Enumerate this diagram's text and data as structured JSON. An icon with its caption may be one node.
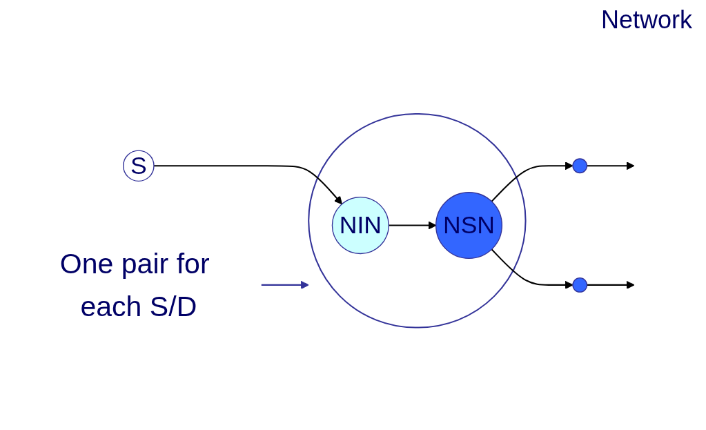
{
  "diagram": {
    "nodes": [
      {
        "text": [
          "S"
        ]
      },
      {
        "text": [],
        "shape": "ellipse"
      },
      {
        "text": [
          "NIN"
        ],
        "in": 1
      },
      {
        "text": [
          "NSN"
        ],
        "in": 1
      },
      {
        "text": [],
        "shape": "circle"
      },
      {
        "text": [],
        "shape": "circle"
      },
      {
        "text": [
          "One pair for each S/D"
        ]
      }
    ],
    "edges": [
      {
        "from": 0,
        "to": 2,
        "arrow": "to"
      },
      {
        "from": 2,
        "to": 3,
        "arrow": "to"
      },
      {
        "from": 3,
        "to": 4,
        "arrow": "to"
      },
      {
        "from": 4,
        "to": null,
        "arrow": "to"
      },
      {
        "from": 3,
        "to": 5,
        "arrow": "to"
      },
      {
        "from": 5,
        "to": null,
        "arrow": "to"
      },
      {
        "from": 6,
        "to": 1,
        "arrow": "to",
        "color": "#333399"
      }
    ],
    "labels": [
      "Network"
    ]
  }
}
